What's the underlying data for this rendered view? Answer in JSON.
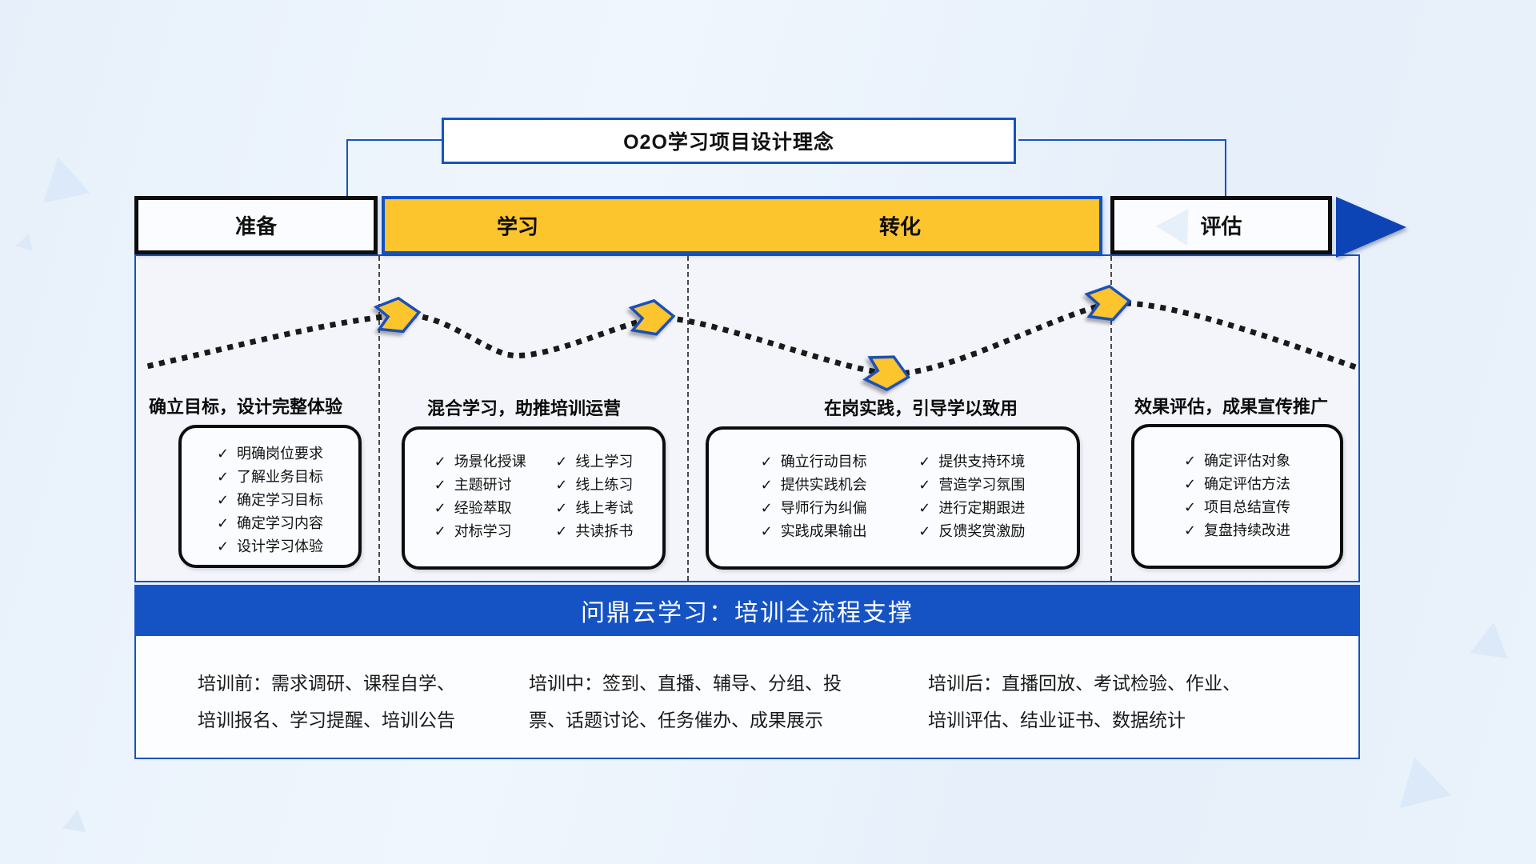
{
  "title": "O2O学习项目设计理念",
  "phases": [
    {
      "label": "准备"
    },
    {
      "label": "学习"
    },
    {
      "label": "转化"
    },
    {
      "label": "评估"
    }
  ],
  "sections": [
    {
      "header": "确立目标，设计完整体验",
      "columns": [
        [
          "明确岗位要求",
          "了解业务目标",
          "确定学习目标",
          "确定学习内容",
          "设计学习体验"
        ]
      ]
    },
    {
      "header": "混合学习，助推培训运营",
      "columns": [
        [
          "场景化授课",
          "主题研讨",
          "经验萃取",
          "对标学习"
        ],
        [
          "线上学习",
          "线上练习",
          "线上考试",
          "共读拆书"
        ]
      ]
    },
    {
      "header": "在岗实践，引导学以致用",
      "columns": [
        [
          "确立行动目标",
          "提供实践机会",
          "导师行为纠偏",
          "实践成果输出"
        ],
        [
          "提供支持环境",
          "营造学习氛围",
          "进行定期跟进",
          "反馈奖赏激励"
        ]
      ]
    },
    {
      "header": "效果评估，成果宣传推广",
      "columns": [
        [
          "确定评估对象",
          "确定评估方法",
          "项目总结宣传",
          "复盘持续改进"
        ]
      ]
    }
  ],
  "banner": {
    "title": "问鼎云学习：培训全流程支撑"
  },
  "footer": {
    "items": [
      "培训前：需求调研、课程自学、培训报名、学习提醒、培训公告",
      "培训中：签到、直播、辅导、分组、投票、话题讨论、任务催办、成果展示",
      "培训后：直播回放、考试检验、作业、培训评估、结业证书、数据统计"
    ]
  },
  "icons": {
    "check": "✓"
  },
  "colors": {
    "blue": "#1553c4",
    "yellow": "#fcc42d",
    "ink": "#111111"
  }
}
